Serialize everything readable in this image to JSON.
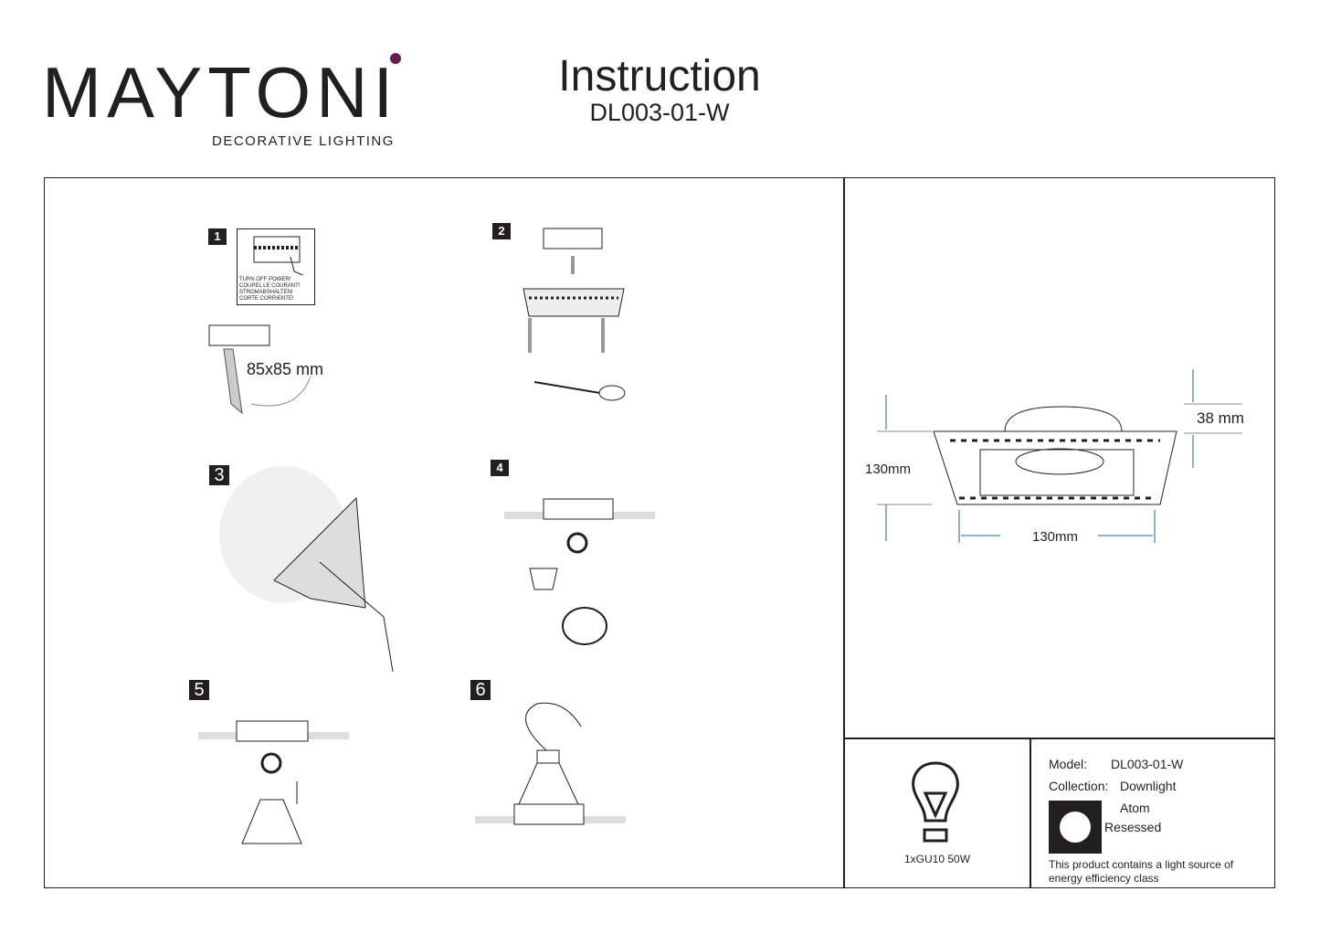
{
  "header": {
    "brand": "MAYTONI",
    "brand_tagline": "DECORATIVE LIGHTING",
    "title": "Instruction",
    "model": "DL003-01-W"
  },
  "steps": [
    {
      "number": "1",
      "warning": [
        "TURN OFF POWER!",
        "COUPEL LE COURANT!",
        "STROMABSHALTEN!",
        "CORTE CORRIENTE!"
      ],
      "cutout": "85x85 mm"
    },
    {
      "number": "2"
    },
    {
      "number": "3"
    },
    {
      "number": "4"
    },
    {
      "number": "5"
    },
    {
      "number": "6"
    }
  ],
  "dimensions": {
    "height": "38 mm",
    "depth": "130mm",
    "width": "130mm"
  },
  "specs": {
    "lamp": "1xGU10 50W",
    "model_label": "Model:",
    "model_value": "DL003-01-W",
    "collection_label": "Collection:",
    "collection_value": "Downlight",
    "series": "Atom",
    "type": "Resessed",
    "energy_note": "This product contains a light source of energy efficiency class"
  }
}
